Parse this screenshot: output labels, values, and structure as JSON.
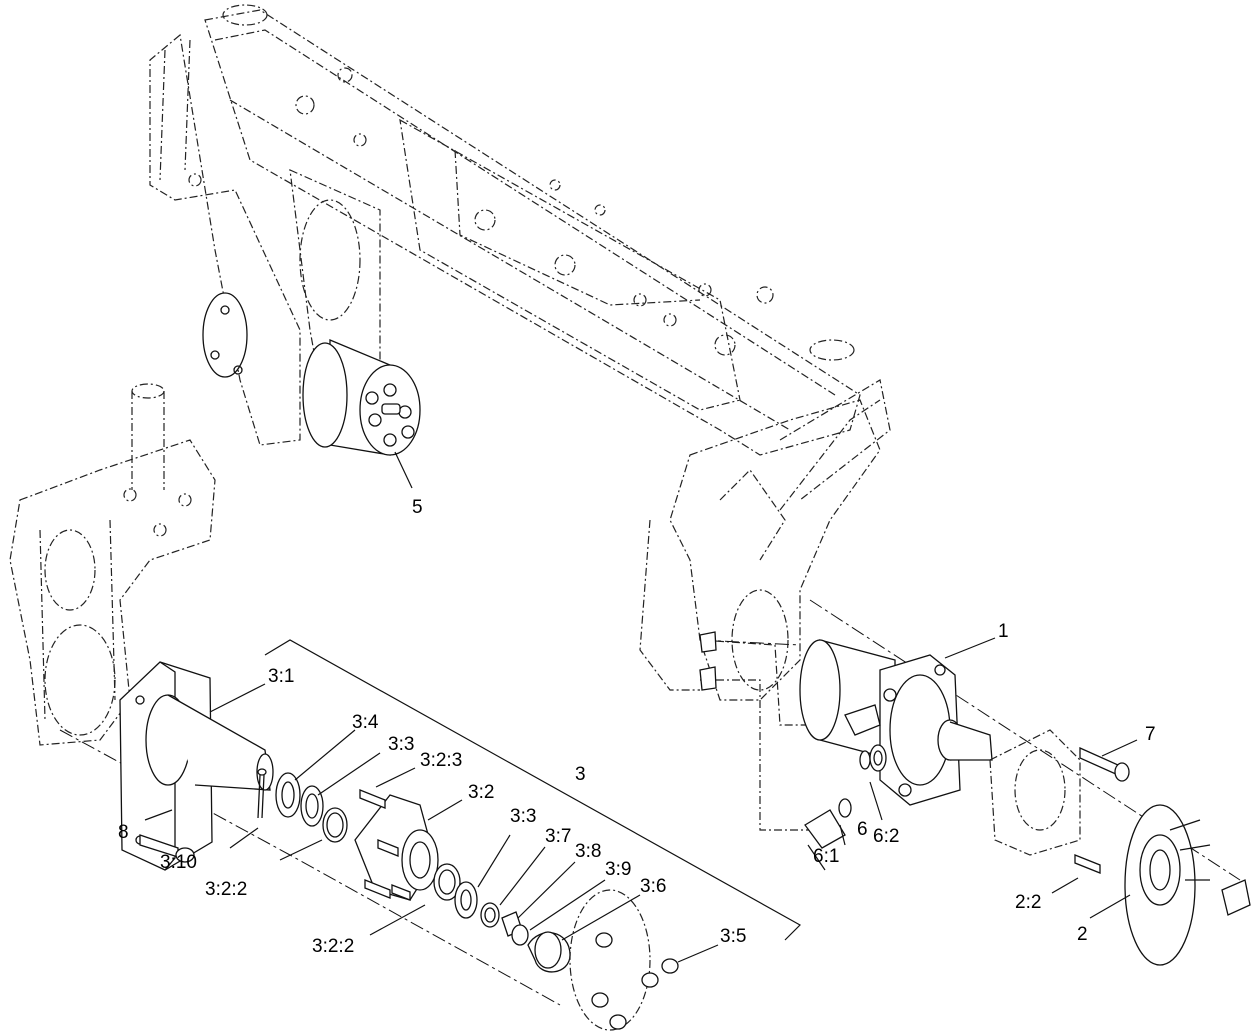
{
  "callouts": {
    "c1": "1",
    "c2": "2",
    "c2_2": "2:2",
    "c3": "3",
    "c3_1": "3:1",
    "c3_2": "3:2",
    "c3_2_2_a": "3:2:2",
    "c3_2_2_b": "3:2:2",
    "c3_2_3": "3:2:3",
    "c3_3_a": "3:3",
    "c3_3_b": "3:3",
    "c3_4": "3:4",
    "c3_5": "3:5",
    "c3_6": "3:6",
    "c3_7": "3:7",
    "c3_8": "3:8",
    "c3_9": "3:9",
    "c3_10": "3:10",
    "c5": "5",
    "c6": "6",
    "c6_1": "6:1",
    "c6_2": "6:2",
    "c7": "7",
    "c8": "8"
  }
}
